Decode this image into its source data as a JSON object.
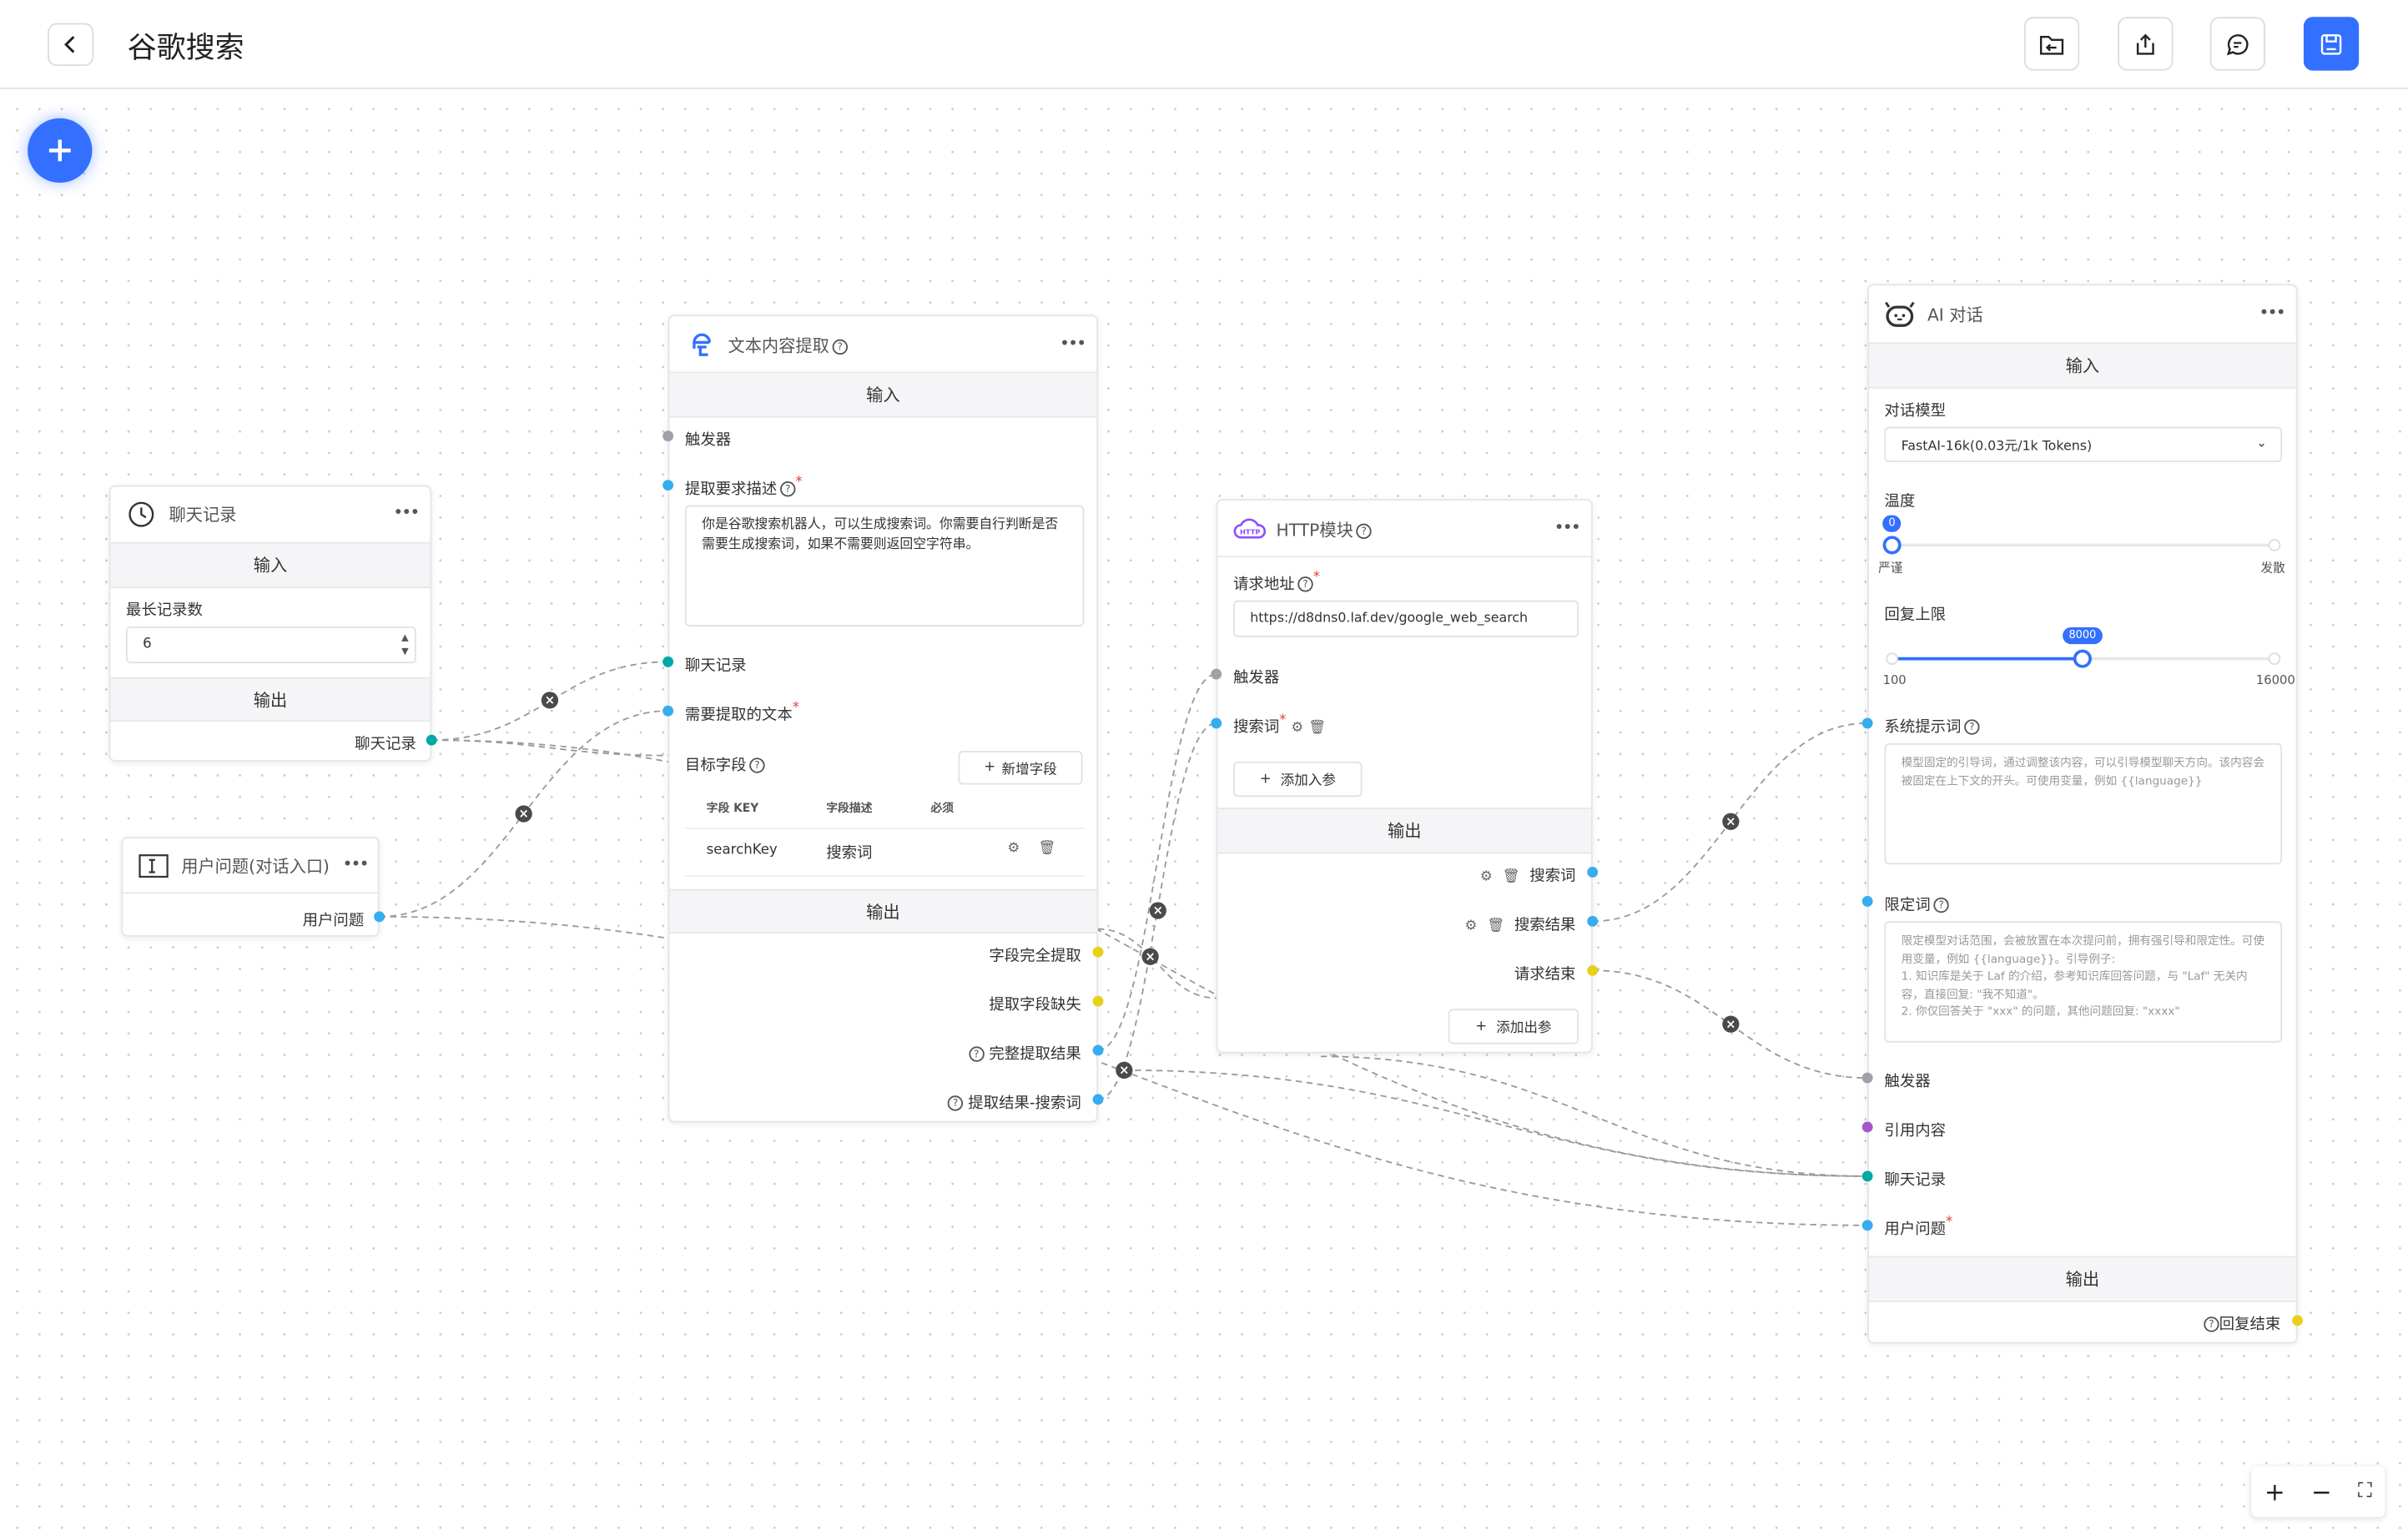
{
  "header": {
    "title": "谷歌搜索",
    "buttons": [
      "import-icon",
      "export-icon",
      "chat-test-icon",
      "save-icon"
    ]
  },
  "colors": {
    "accent": "#3370ff",
    "trigger": "#a0a0a8",
    "string": "#36adef",
    "chat": "#00a9a6",
    "boolean": "#e7d118",
    "quote": "#a558c9"
  },
  "chat_history_node": {
    "title": "聊天记录",
    "input_label": "输入",
    "max_label": "最长记录数",
    "max_value": "6",
    "output_label": "输出",
    "output": "聊天记录"
  },
  "user_question_node": {
    "title": "用户问题(对话入口)",
    "output": "用户问题"
  },
  "extract_node": {
    "title": "文本内容提取",
    "input_label": "输入",
    "trigger": "触发器",
    "desc_label": "提取要求描述",
    "desc_value": "你是谷歌搜索机器人，可以生成搜索词。你需要自行判断是否需要生成搜索词，如果不需要则返回空字符串。",
    "history": "聊天记录",
    "content": "需要提取的文本",
    "fields_label": "目标字段",
    "add_field": "新增字段",
    "columns": [
      "字段 KEY",
      "字段描述",
      "必须"
    ],
    "rows": [
      {
        "key": "searchKey",
        "desc": "搜索词"
      }
    ],
    "output_label": "输出",
    "outputs": [
      "字段完全提取",
      "提取字段缺失",
      "完整提取结果",
      "提取结果-搜索词"
    ]
  },
  "http_node": {
    "title": "HTTP模块",
    "url_label": "请求地址",
    "url_value": "https://d8dns0.laf.dev/google_web_search",
    "trigger": "触发器",
    "param": "搜索词",
    "add_input": "添加入参",
    "output_label": "输出",
    "outputs": [
      "搜索词",
      "搜索结果",
      "请求结束"
    ],
    "add_output": "添加出参"
  },
  "ai_node": {
    "title": "AI 对话",
    "input_label": "输入",
    "model_label": "对话模型",
    "model_value": "FastAI-16k(0.03元/1k Tokens)",
    "temp_label": "温度",
    "temp_value": "0",
    "temp_min_label": "严谨",
    "temp_max_label": "发散",
    "limit_label": "回复上限",
    "limit_value": "8000",
    "limit_min": "100",
    "limit_max": "16000",
    "system_label": "系统提示词",
    "system_placeholder": "模型固定的引导词，通过调整该内容，可以引导模型聊天方向。该内容会被固定在上下文的开头。可使用变量，例如 {{language}}",
    "limit_prompt_label": "限定词",
    "limit_prompt_placeholder": "限定模型对话范围，会被放置在本次提问前，拥有强引导和限定性。可使用变量，例如 {{language}}。引导例子:\n1. 知识库是关于 Laf 的介绍，参考知识库回答问题，与 \"Laf\" 无关内容，直接回复: \"我不知道\"。\n2. 你仅回答关于 \"xxx\" 的问题，其他问题回复: \"xxxx\"",
    "trigger": "触发器",
    "quote": "引用内容",
    "history": "聊天记录",
    "question": "用户问题",
    "output_label": "输出",
    "finish": "回复结束"
  },
  "zoom_controls": [
    "zoom-in-icon",
    "zoom-out-icon",
    "fit-view-icon"
  ]
}
